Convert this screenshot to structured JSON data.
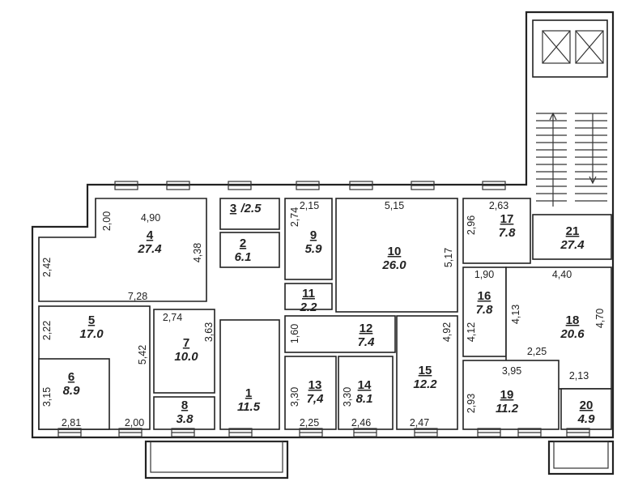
{
  "plan": {
    "rooms": [
      {
        "num": "1",
        "area": "11.5"
      },
      {
        "num": "2",
        "area": "6.1"
      },
      {
        "num": "3",
        "area": "/2.5"
      },
      {
        "num": "4",
        "area": "27.4"
      },
      {
        "num": "5",
        "area": "17.0"
      },
      {
        "num": "6",
        "area": "8.9"
      },
      {
        "num": "7",
        "area": "10.0"
      },
      {
        "num": "8",
        "area": "3.8"
      },
      {
        "num": "9",
        "area": "5.9"
      },
      {
        "num": "10",
        "area": "26.0"
      },
      {
        "num": "11",
        "area": "2.2"
      },
      {
        "num": "12",
        "area": "7.4"
      },
      {
        "num": "13",
        "area": "7,4"
      },
      {
        "num": "14",
        "area": "8.1"
      },
      {
        "num": "15",
        "area": "12.2"
      },
      {
        "num": "16",
        "area": "7.8"
      },
      {
        "num": "17",
        "area": "7.8"
      },
      {
        "num": "18",
        "area": "20.6"
      },
      {
        "num": "19",
        "area": "11.2"
      },
      {
        "num": "20",
        "area": "4.9"
      },
      {
        "num": "21",
        "area": "27.4"
      }
    ],
    "dimensions": [
      "4,90",
      "2,00",
      "2,42",
      "4,38",
      "7,28",
      "2,22",
      "2,74",
      "3,63",
      "5,42",
      "3,15",
      "2,81",
      "2,00",
      "2,15",
      "2,74",
      "5,15",
      "5,17",
      "1,60",
      "4,92",
      "3,30",
      "3,30",
      "2,25",
      "2,46",
      "2,47",
      "2,63",
      "2,96",
      "1,90",
      "4,40",
      "4,13",
      "4,70",
      "4,12",
      "2,25",
      "3,95",
      "2,13",
      "2,93"
    ]
  }
}
